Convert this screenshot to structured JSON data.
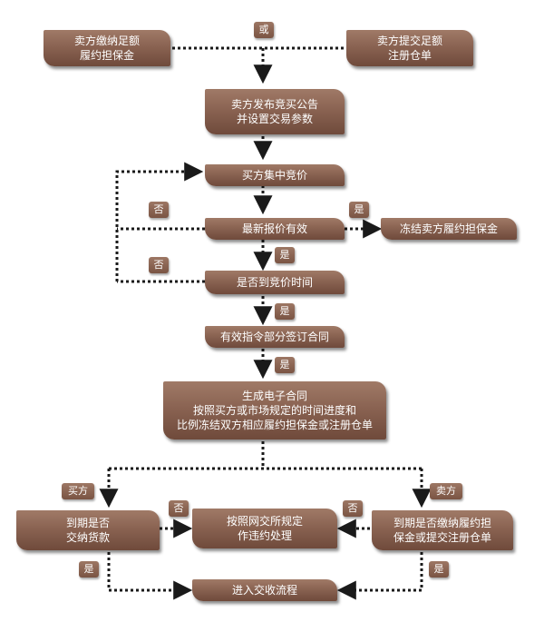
{
  "nodes": {
    "seller_margin": [
      "卖方缴纳足额",
      "履约担保金"
    ],
    "seller_receipt": [
      "卖方提交足额",
      "注册仓单"
    ],
    "announce": [
      "卖方发布竞买公告",
      "并设置交易参数"
    ],
    "bidding": [
      "买方集中竞价"
    ],
    "latest_bid_valid": [
      "最新报价有效"
    ],
    "freeze_margin": [
      "冻结卖方履约担保金"
    ],
    "time_reached": [
      "是否到竞价时间"
    ],
    "partial_sign": [
      "有效指令部分签订合同"
    ],
    "e_contract": [
      "生成电子合同",
      "按照买方或市场规定的时间进度和",
      "比例冻结双方相应履约担保金或注册仓单"
    ],
    "buyer_payment": [
      "到期是否",
      "交纳货款"
    ],
    "default_handling": [
      "按照网交所规定",
      "作违约处理"
    ],
    "seller_check": [
      "到期是否缴纳履约担",
      "保金或提交注册仓单"
    ],
    "delivery": [
      "进入交收流程"
    ]
  },
  "tags": {
    "or": "或",
    "no_1": "否",
    "yes_1": "是",
    "no_2": "否",
    "yes_2": "是",
    "yes_3": "是",
    "yes_4": "是",
    "buyer": "买方",
    "seller": "卖方",
    "no_3": "否",
    "no_4": "否",
    "yes_5": "是",
    "yes_6": "是"
  },
  "colors": {
    "box_fill": "#8a6352",
    "line": "#1a1a1a",
    "text": "#ffffff"
  }
}
